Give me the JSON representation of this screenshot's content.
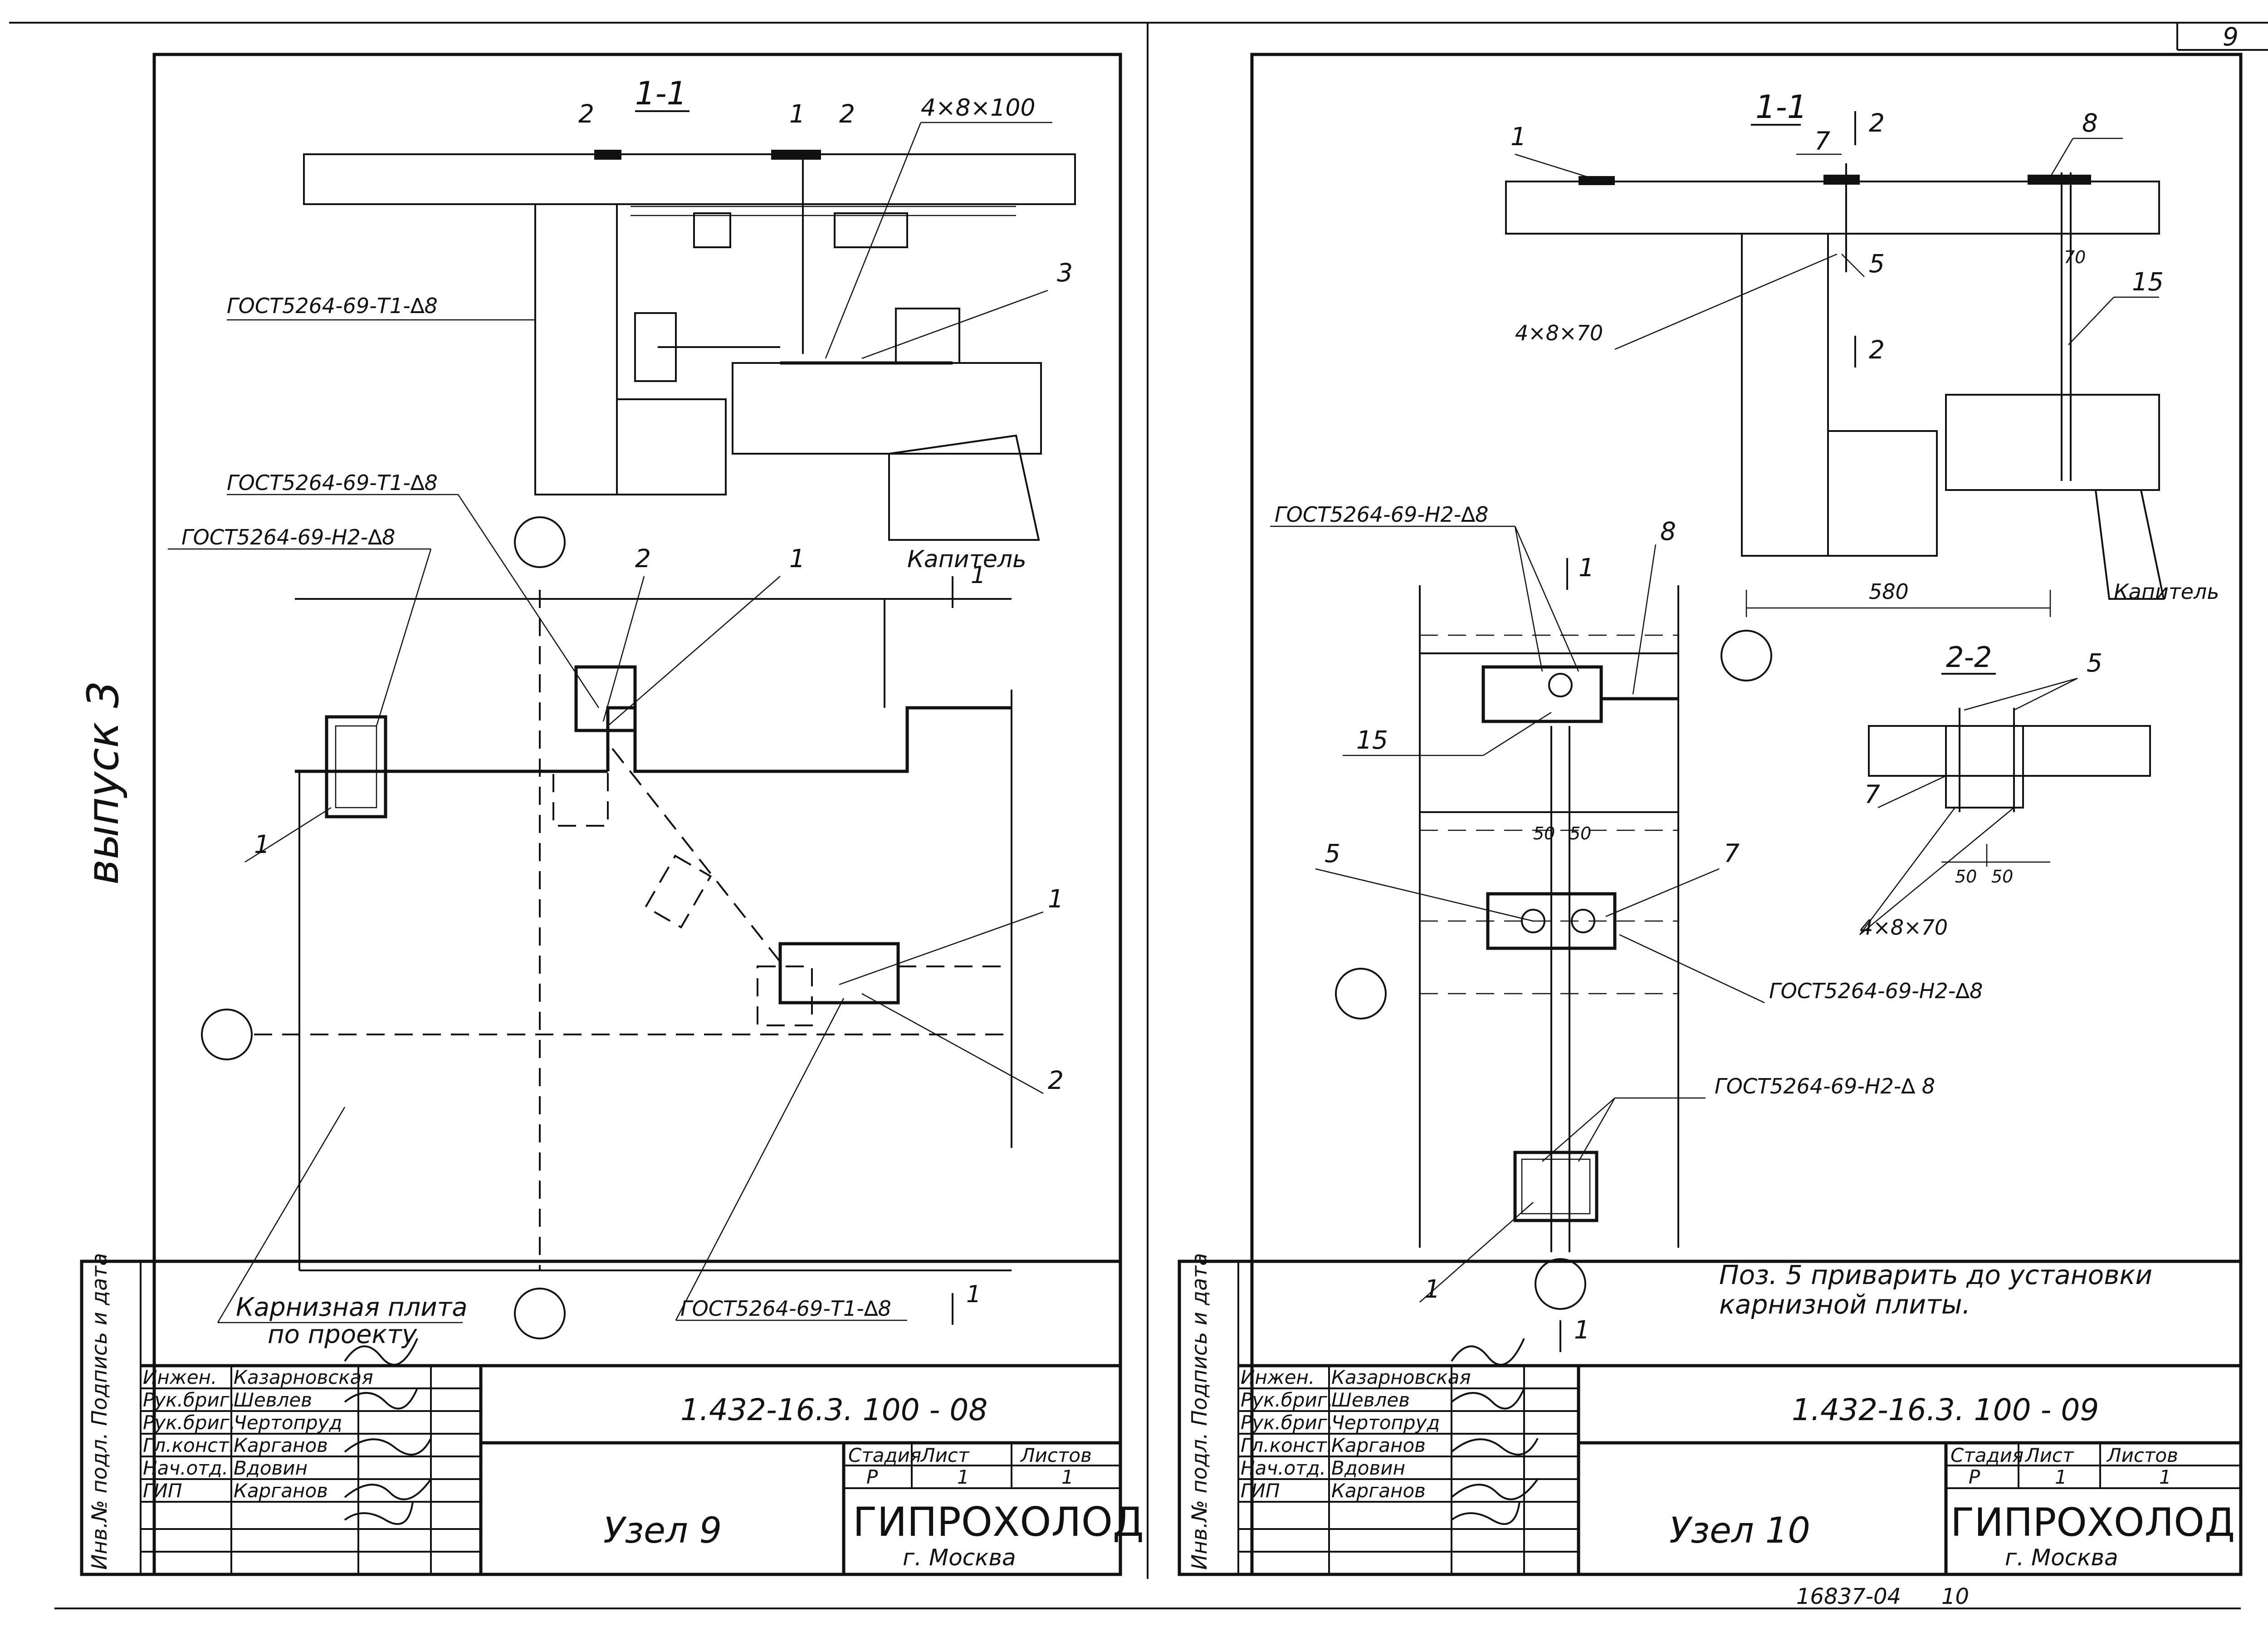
{
  "page_number": "9",
  "series_label": "выпуск 3",
  "left_sheet": {
    "section_label": "1-1",
    "callouts": {
      "c1": "1",
      "c2": "2",
      "c3": "3",
      "c1b": "1",
      "c2b": "2",
      "c1c": "1",
      "c1d": "1",
      "c2d": "2"
    },
    "bolt_spec": "4×8×100",
    "weld_t1_top": "ГОСТ5264-69-Т1-∆8",
    "weld_t1_mid": "ГОСТ5264-69-Т1-∆8",
    "weld_h2": "ГОСТ5264-69-Н2-∆8",
    "weld_t1_bottom": "ГОСТ5264-69-Т1-∆8",
    "section_mark_top": "1",
    "section_mark_bottom": "1",
    "capital_label": "Капитель",
    "eave_slab_line1": "Карнизная плита",
    "eave_slab_line2": "по проекту",
    "title_block": {
      "side_label": "Инв.№ подл. Подпись и дата",
      "roles": [
        "Инжен.",
        "Рук.бриг.",
        "Рук.бриг.",
        "Гл.конст.",
        "Нач.отд.",
        "ГИП"
      ],
      "names": [
        "Казарновская",
        "Шевлев",
        "Чертопруд",
        "Карганов",
        "Вдовин",
        "Карганов"
      ],
      "doc_code": "1.432-16.3. 100 - 08",
      "title": "Узел 9",
      "col_stage": "Стадия",
      "col_sheet": "Лист",
      "col_sheets": "Листов",
      "stage": "Р",
      "sheet": "1",
      "sheets": "1",
      "org": "ГИПРОХОЛОД",
      "city": "г. Москва"
    }
  },
  "right_sheet": {
    "section_label": "1-1",
    "section2_label": "2-2",
    "callouts": {
      "c1": "1",
      "c7": "7",
      "c8": "8",
      "c5": "5",
      "c15": "15",
      "c2a": "2",
      "c2b": "2",
      "c8b": "8",
      "c1b": "1",
      "c15b": "15",
      "c5b": "5",
      "c7b": "7",
      "c5c": "5",
      "c7c": "7",
      "c1c": "1",
      "c1d": "1"
    },
    "bolt_spec_top": "4×8×70",
    "bolt_spec_section": "4×8×70",
    "dim_70": "70",
    "dim_580": "580",
    "dim_50a": "50",
    "dim_50b": "50",
    "dim_50c": "50",
    "dim_50d": "50",
    "weld_h2_top": "ГОСТ5264-69-Н2-∆8",
    "weld_h2_mid": "ГОСТ5264-69-Н2-∆8",
    "weld_h2_bottom": "ГОСТ5264-69-Н2-∆ 8",
    "capital_label": "Капитель",
    "note_line1": "Поз. 5 приварить до установки",
    "note_line2": "карнизной плиты.",
    "title_block": {
      "side_label": "Инв.№ подл. Подпись и дата",
      "roles": [
        "Инжен.",
        "Рук.бриг.",
        "Рук.бриг.",
        "Гл.конст.",
        "Нач.отд.",
        "ГИП"
      ],
      "names": [
        "Казарновская",
        "Шевлев",
        "Чертопруд",
        "Карганов",
        "Вдовин",
        "Карганов"
      ],
      "doc_code": "1.432-16.3. 100 - 09",
      "title": "Узел 10",
      "col_stage": "Стадия",
      "col_sheet": "Лист",
      "col_sheets": "Листов",
      "stage": "Р",
      "sheet": "1",
      "sheets": "1",
      "org": "ГИПРОХОЛОД",
      "city": "г. Москва"
    },
    "archive_number": "16837-04",
    "archive_sheet": "10"
  }
}
